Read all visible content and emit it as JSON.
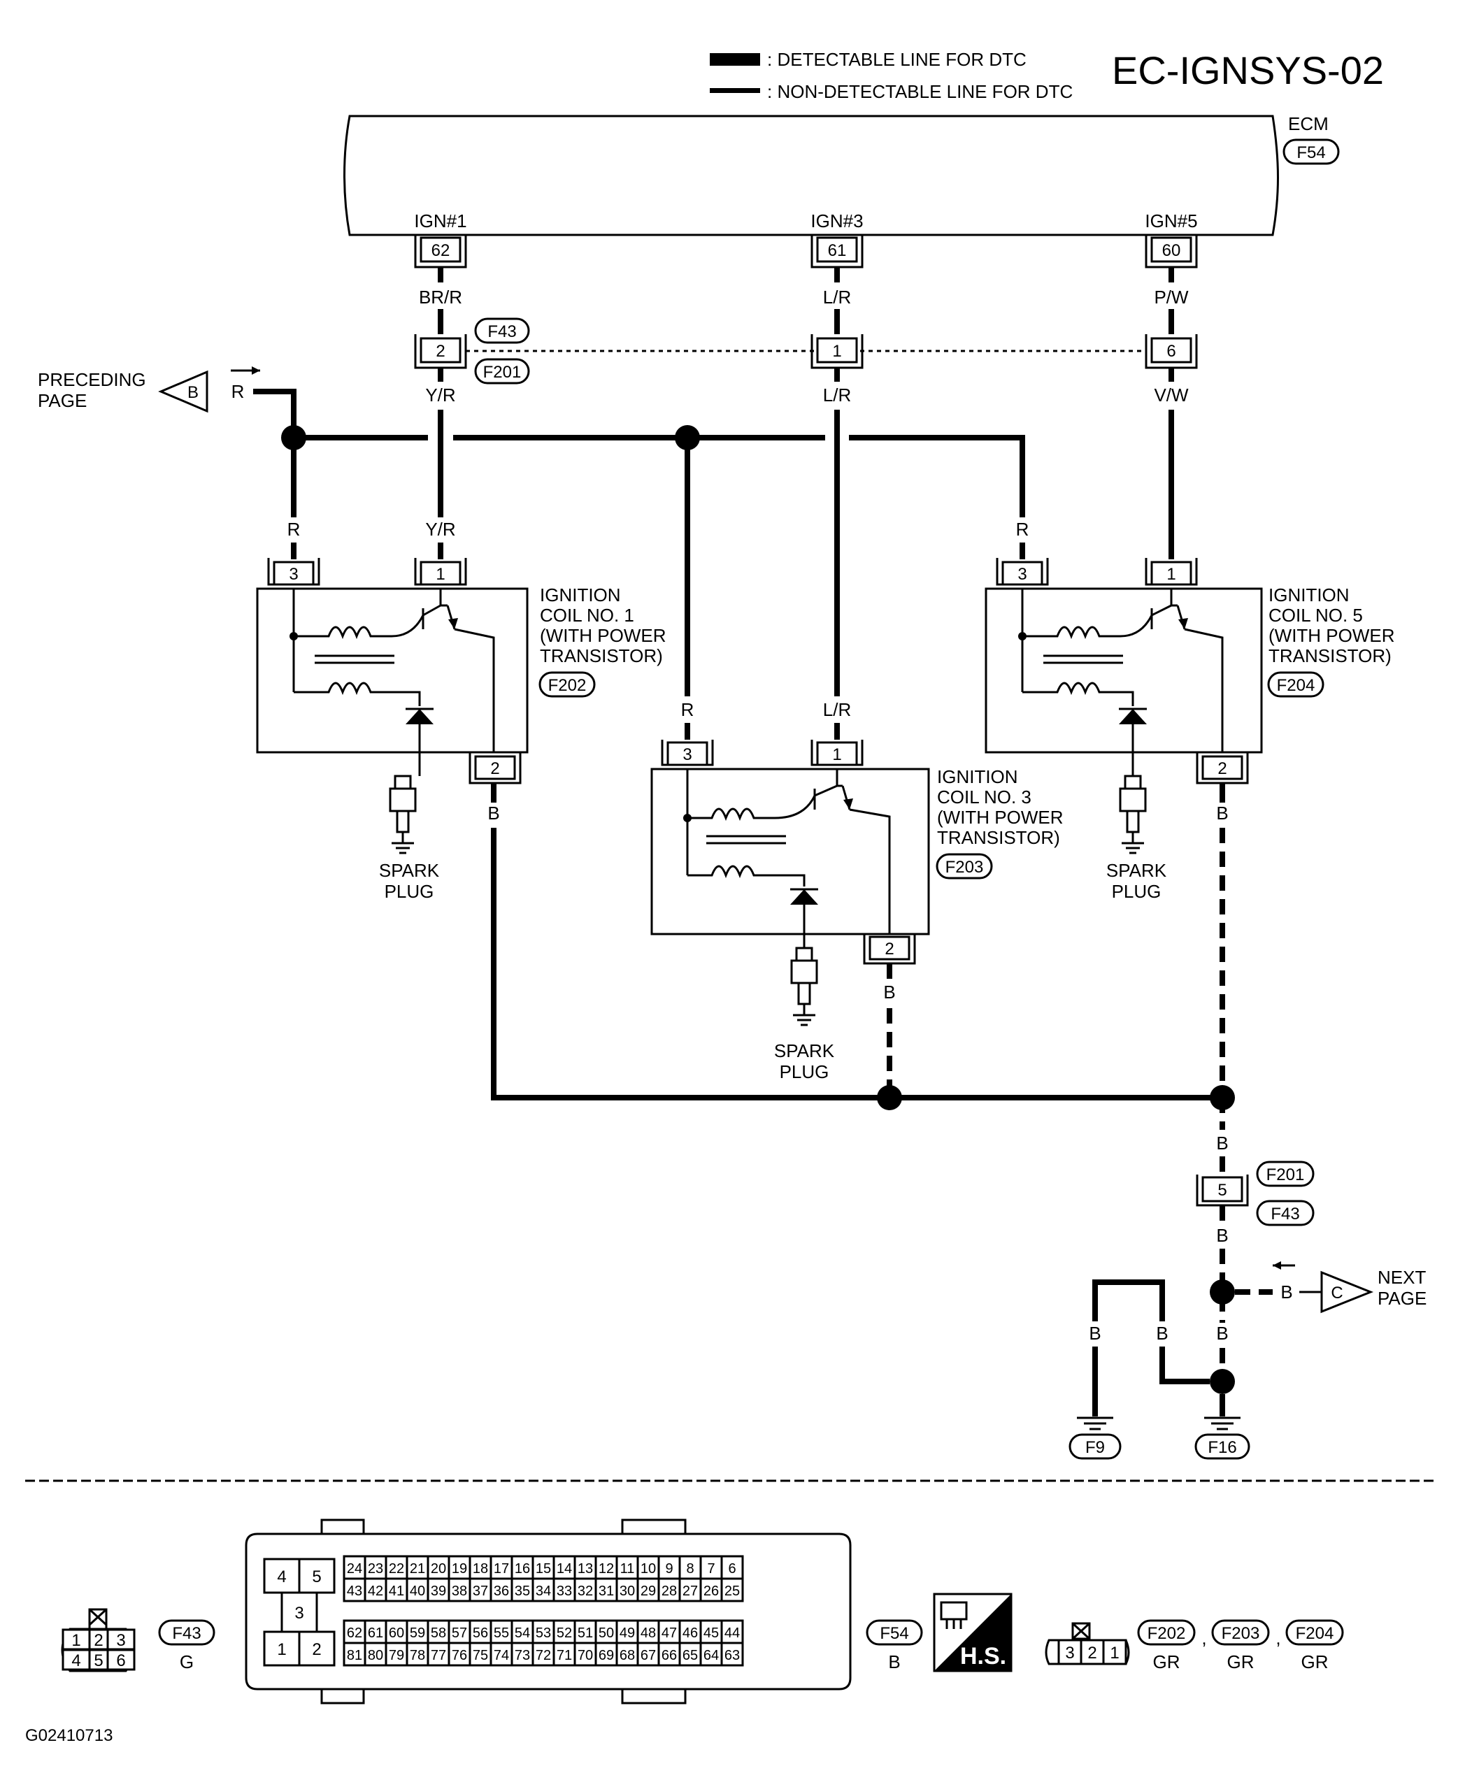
{
  "page_id": "EC-IGNSYS-02",
  "figure_id": "G02410713",
  "legend": {
    "detectable": ": DETECTABLE LINE FOR DTC",
    "non_detectable": ": NON-DETECTABLE LINE FOR DTC"
  },
  "ecm": {
    "label": "ECM",
    "connector": "F54"
  },
  "terminals": {
    "ign1": {
      "name": "IGN#1",
      "pin": "62",
      "wire": "BR/R"
    },
    "ign3": {
      "name": "IGN#3",
      "pin": "61",
      "wire": "L/R"
    },
    "ign5": {
      "name": "IGN#5",
      "pin": "60",
      "wire": "P/W"
    }
  },
  "joint": {
    "top": "F43",
    "bottom": "F201",
    "pin_a": "2",
    "pin_b": "1",
    "pin_c": "6"
  },
  "wires": {
    "r": "R",
    "yr": "Y/R",
    "lr": "L/R",
    "vw": "V/W",
    "b": "B"
  },
  "offpage": {
    "prev_line1": "PRECEDING",
    "prev_line2": "PAGE",
    "prev_letter": "B",
    "next_line1": "NEXT",
    "next_line2": "PAGE",
    "next_letter": "C"
  },
  "coils": {
    "c1": {
      "l1": "IGNITION",
      "l2": "COIL NO. 1",
      "l3": "(WITH POWER",
      "l4": "TRANSISTOR)",
      "conn": "F202"
    },
    "c3": {
      "l1": "IGNITION",
      "l2": "COIL NO. 3",
      "l3": "(WITH POWER",
      "l4": "TRANSISTOR)",
      "conn": "F203"
    },
    "c5": {
      "l1": "IGNITION",
      "l2": "COIL NO. 5",
      "l3": "(WITH POWER",
      "l4": "TRANSISTOR)",
      "conn": "F204"
    },
    "pin1": "1",
    "pin2": "2",
    "pin3": "3"
  },
  "spark_plug": {
    "l1": "SPARK",
    "l2": "PLUG"
  },
  "ground": {
    "pin": "5",
    "top_conn": "F201",
    "bottom_conn": "F43",
    "g1": "F9",
    "g2": "F16"
  },
  "connectors_legend": {
    "f43": {
      "name": "F43",
      "color": "G",
      "pins_top": [
        "1",
        "2",
        "3"
      ],
      "pins_bottom": [
        "4",
        "5",
        "6"
      ]
    },
    "f54": {
      "name": "F54",
      "color": "B",
      "left_pins": [
        "4",
        "5",
        "3",
        "1",
        "2"
      ],
      "row1": [
        "24",
        "23",
        "22",
        "21",
        "20",
        "19",
        "18",
        "17",
        "16",
        "15",
        "14",
        "13",
        "12",
        "11",
        "10",
        "9",
        "8",
        "7",
        "6"
      ],
      "row2": [
        "43",
        "42",
        "41",
        "40",
        "39",
        "38",
        "37",
        "36",
        "35",
        "34",
        "33",
        "32",
        "31",
        "30",
        "29",
        "28",
        "27",
        "26",
        "25"
      ],
      "row3": [
        "62",
        "61",
        "60",
        "59",
        "58",
        "57",
        "56",
        "55",
        "54",
        "53",
        "52",
        "51",
        "50",
        "49",
        "48",
        "47",
        "46",
        "45",
        "44"
      ],
      "row4": [
        "81",
        "80",
        "79",
        "78",
        "77",
        "76",
        "75",
        "74",
        "73",
        "72",
        "71",
        "70",
        "69",
        "68",
        "67",
        "66",
        "65",
        "64",
        "63"
      ]
    },
    "hs": "H.S.",
    "coil_conn": {
      "pins": [
        "3",
        "2",
        "1"
      ],
      "items": [
        {
          "name": "F202",
          "color": "GR"
        },
        {
          "name": "F203",
          "color": "GR"
        },
        {
          "name": "F204",
          "color": "GR"
        }
      ],
      "sep": ","
    }
  }
}
